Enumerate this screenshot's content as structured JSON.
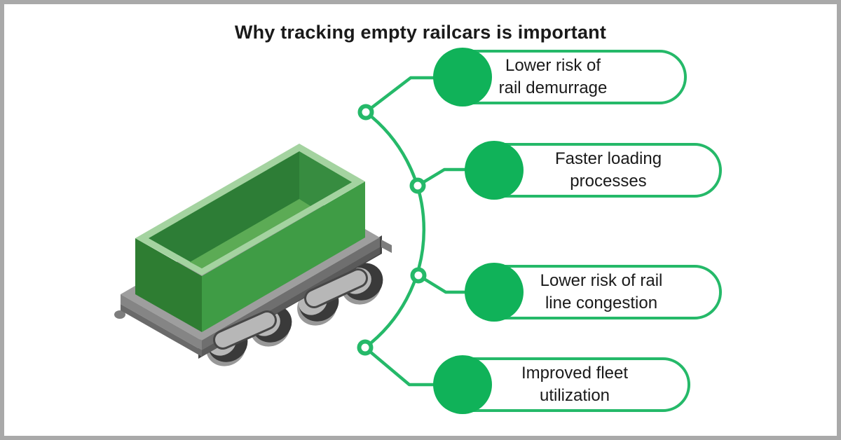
{
  "title": "Why tracking empty railcars is important",
  "benefits": [
    {
      "lines": [
        "Lower risk of",
        "rail demurrage"
      ]
    },
    {
      "lines": [
        "Faster loading",
        "processes"
      ]
    },
    {
      "lines": [
        "Lower risk of rail",
        "line congestion"
      ]
    },
    {
      "lines": [
        "Improved fleet",
        "utilization"
      ]
    }
  ],
  "illustration": {
    "name": "empty-green-railcar"
  },
  "colors": {
    "accent_fill": "#10b259",
    "accent_stroke": "#25b969",
    "frame": "#a9a9a9",
    "ink": "#1a1a1a"
  }
}
